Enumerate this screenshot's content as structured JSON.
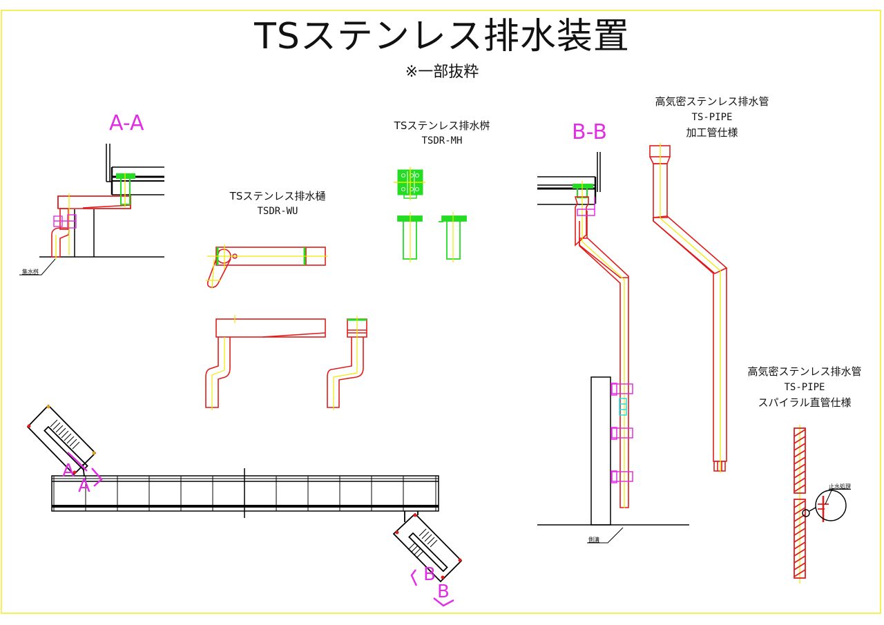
{
  "title": "TSステンレス排水装置",
  "subtitle": "※一部抜粋",
  "colors": {
    "frame": "#f5f05a",
    "pipe": "#e01b1b",
    "center_line": "#f0e800",
    "fitting": "#22dd22",
    "bracket": "#e22ee2",
    "section_mark": "#e22ee2",
    "joint": "#22dddd",
    "structure": "#000000"
  },
  "sections": {
    "aa": {
      "label": "A-A",
      "callout": "集水桝",
      "marker": "A"
    },
    "bb": {
      "label": "B-B",
      "callout": "側溝",
      "marker": "B"
    }
  },
  "products": {
    "gutter": {
      "name": "TSステンレス排水樋",
      "code": "TSDR-WU"
    },
    "catch_basin": {
      "name": "TSステンレス排水桝",
      "code": "TSDR-MH"
    },
    "pipe_processed": {
      "name": "高気密ステンレス排水管",
      "code": "TS-PIPE",
      "spec": "加工管仕様"
    },
    "pipe_spiral": {
      "name": "高気密ステンレス排水管",
      "code": "TS-PIPE",
      "spec": "スパイラル直管仕様",
      "detail_callout": "止水処理"
    }
  }
}
